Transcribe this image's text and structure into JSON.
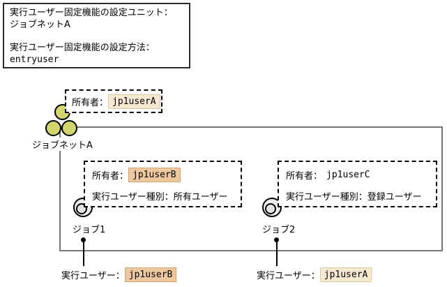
{
  "info_box": {
    "line1": "実行ユーザー固定機能の設定ユニット：",
    "line2": "ジョブネットA",
    "line3": "実行ユーザー固定機能の設定方法：",
    "line4": "entryuser"
  },
  "jobnet": {
    "label": "ジョブネットA",
    "owner_label": "所有者：",
    "owner_value": "jp1userA"
  },
  "jobs": [
    {
      "label": "ジョブ1",
      "owner_label": "所有者：",
      "owner_value": "jp1userB",
      "type_line": "実行ユーザー種別：所有ユーザー",
      "exec_label": "実行ユーザー：",
      "exec_value": "jp1userB"
    },
    {
      "label": "ジョブ2",
      "owner_label": "所有者：",
      "owner_value": "jp1userC",
      "type_line": "実行ユーザー種別：登録ユーザー",
      "exec_label": "実行ユーザー：",
      "exec_value": "jp1userA"
    }
  ],
  "colors": {
    "jobnet_icon_fill": "#d3d56e",
    "highlight_a": "#f7e8d1",
    "highlight_b": "#eec9a0",
    "rect_border": "#757575"
  }
}
